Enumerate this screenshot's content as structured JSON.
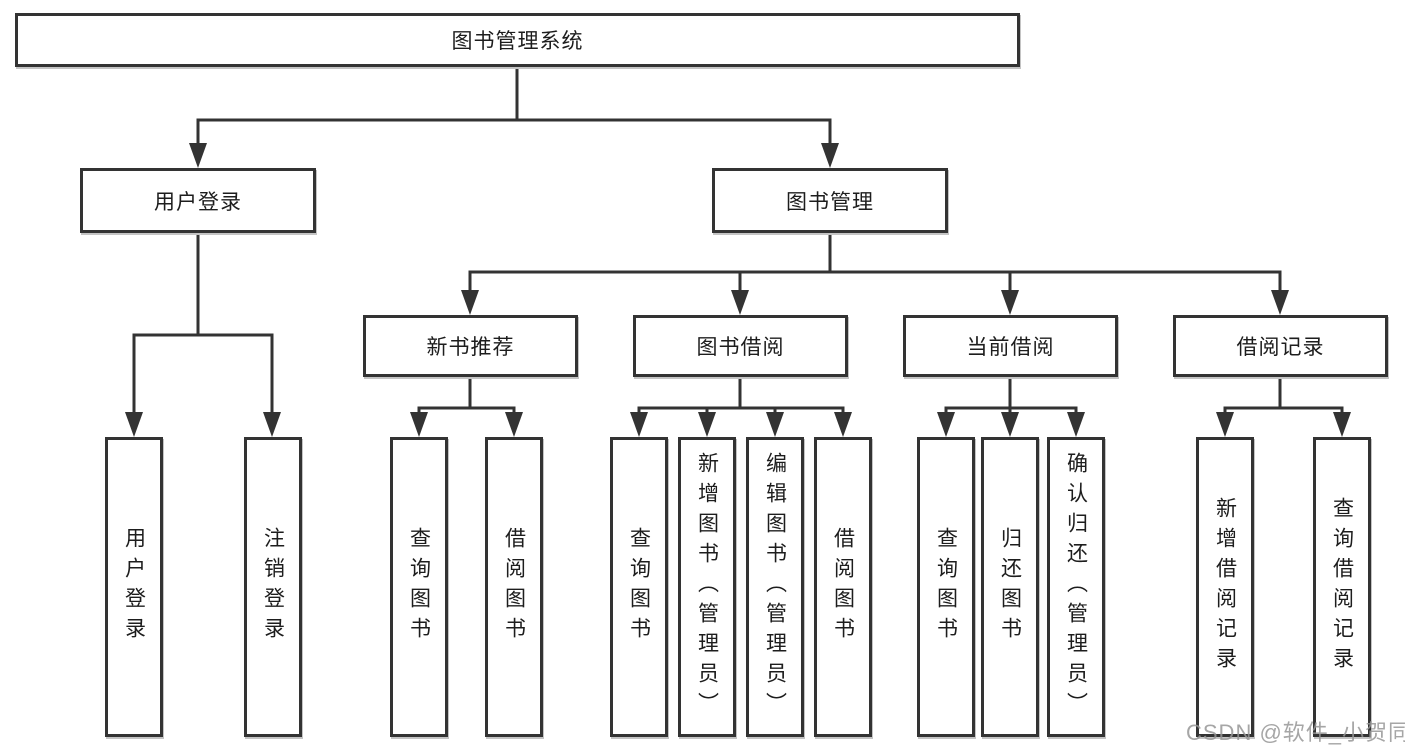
{
  "diagram": {
    "title": "图书管理系统",
    "branches": [
      {
        "label": "用户登录",
        "children": [
          {
            "label": "用户登录"
          },
          {
            "label": "注销登录"
          }
        ]
      },
      {
        "label": "图书管理",
        "children": [
          {
            "label": "新书推荐",
            "children": [
              {
                "label": "查询图书"
              },
              {
                "label": "借阅图书"
              }
            ]
          },
          {
            "label": "图书借阅",
            "children": [
              {
                "label": "查询图书"
              },
              {
                "label": "新增图书（管理员）"
              },
              {
                "label": "编辑图书（管理员）"
              },
              {
                "label": "借阅图书"
              }
            ]
          },
          {
            "label": "当前借阅",
            "children": [
              {
                "label": "查询图书"
              },
              {
                "label": "归还图书"
              },
              {
                "label": "确认归还（管理员）"
              }
            ]
          },
          {
            "label": "借阅记录",
            "children": [
              {
                "label": "新增借阅记录"
              },
              {
                "label": "查询借阅记录"
              }
            ]
          }
        ]
      }
    ]
  },
  "watermark": {
    "text": "CSDN @软件_小贺同学"
  },
  "colors": {
    "line": "#333333",
    "text": "#1d1d1d",
    "background": "#ffffff",
    "watermark": "#969696"
  }
}
